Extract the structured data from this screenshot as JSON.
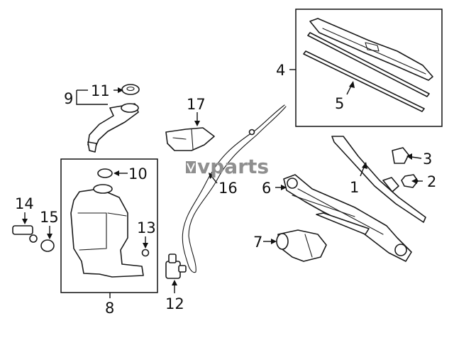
{
  "watermark": {
    "brand": "vparts",
    "color": "#8f8f8f"
  },
  "callouts": [
    {
      "id": "1",
      "label": "1"
    },
    {
      "id": "2",
      "label": "2"
    },
    {
      "id": "3",
      "label": "3"
    },
    {
      "id": "4",
      "label": "4"
    },
    {
      "id": "5",
      "label": "5"
    },
    {
      "id": "6",
      "label": "6"
    },
    {
      "id": "7",
      "label": "7"
    },
    {
      "id": "8",
      "label": "8"
    },
    {
      "id": "9",
      "label": "9"
    },
    {
      "id": "10",
      "label": "10"
    },
    {
      "id": "11",
      "label": "11"
    },
    {
      "id": "12",
      "label": "12"
    },
    {
      "id": "13",
      "label": "13"
    },
    {
      "id": "14",
      "label": "14"
    },
    {
      "id": "15",
      "label": "15"
    },
    {
      "id": "16",
      "label": "16"
    },
    {
      "id": "17",
      "label": "17"
    }
  ]
}
